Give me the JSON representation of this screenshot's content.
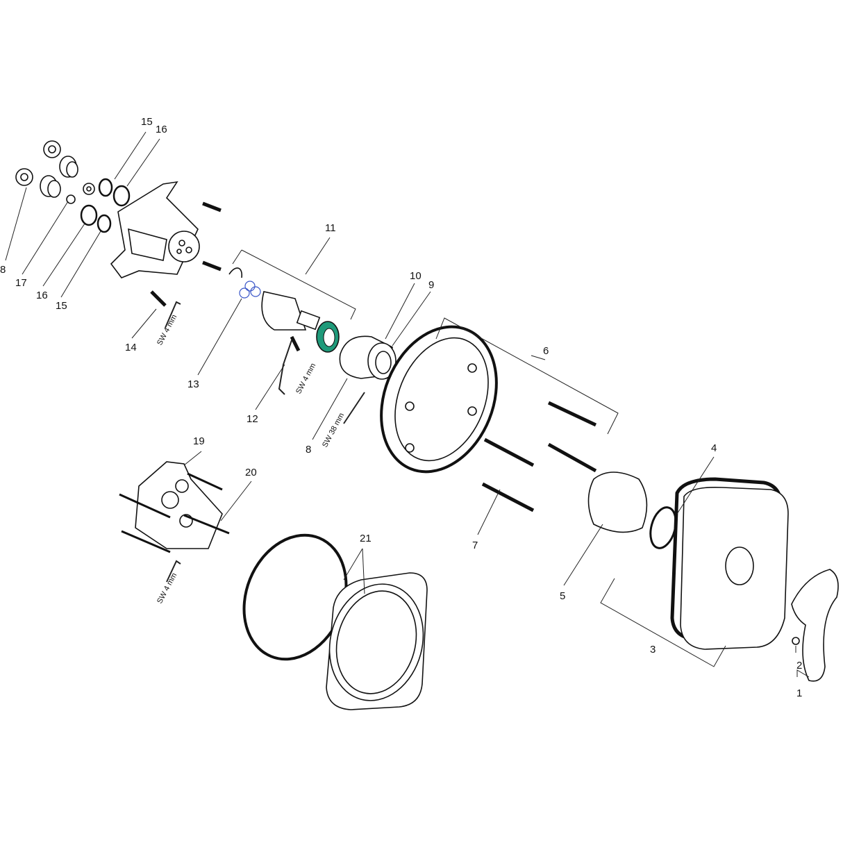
{
  "labels": [
    "15",
    "16",
    "8",
    "17",
    "16",
    "15",
    "14",
    "11",
    "10",
    "9",
    "13",
    "12",
    "8",
    "6",
    "4",
    "19",
    "20",
    "21",
    "7",
    "5",
    "3",
    "2",
    "1"
  ],
  "tool_notes": [
    "SW 4 mm",
    "SW 4 mm",
    "SW 38 mm",
    "SW 4 mm"
  ],
  "colors": {
    "line": "#111111",
    "nut_green": "#1f9a7a",
    "seal_blue": "#3a56c8"
  }
}
